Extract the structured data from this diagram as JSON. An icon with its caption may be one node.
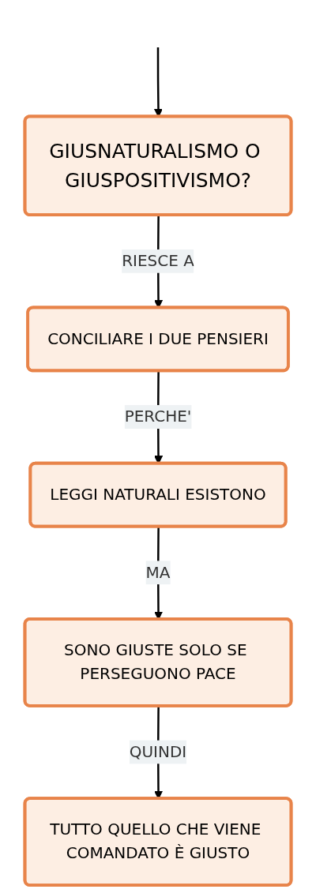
{
  "diagram": {
    "nodes": [
      {
        "text": [
          "GIUSNATURALISMO O GIUSPOSITIVISMO?"
        ]
      },
      {
        "text": [
          "CONCILIARE I DUE PENSIERI"
        ]
      },
      {
        "text": [
          "LEGGI NATURALI ESISTONO"
        ]
      },
      {
        "text": [
          "SONO GIUSTE SOLO SE PERSEGUONO PACE"
        ]
      },
      {
        "text": [
          "TUTTO QUELLO CHE VIENE COMANDATO È GIUSTO"
        ]
      }
    ],
    "edges": [
      {
        "from": null,
        "to": 0,
        "arrow": "to"
      },
      {
        "from": 0,
        "to": 1,
        "arrow": "to",
        "label": "RIESCE A"
      },
      {
        "from": 1,
        "to": 2,
        "arrow": "to",
        "label": "PERCHE'"
      },
      {
        "from": 2,
        "to": 3,
        "arrow": "to",
        "label": "MA"
      },
      {
        "from": 3,
        "to": 4,
        "arrow": "to",
        "label": "QUINDI"
      }
    ]
  }
}
